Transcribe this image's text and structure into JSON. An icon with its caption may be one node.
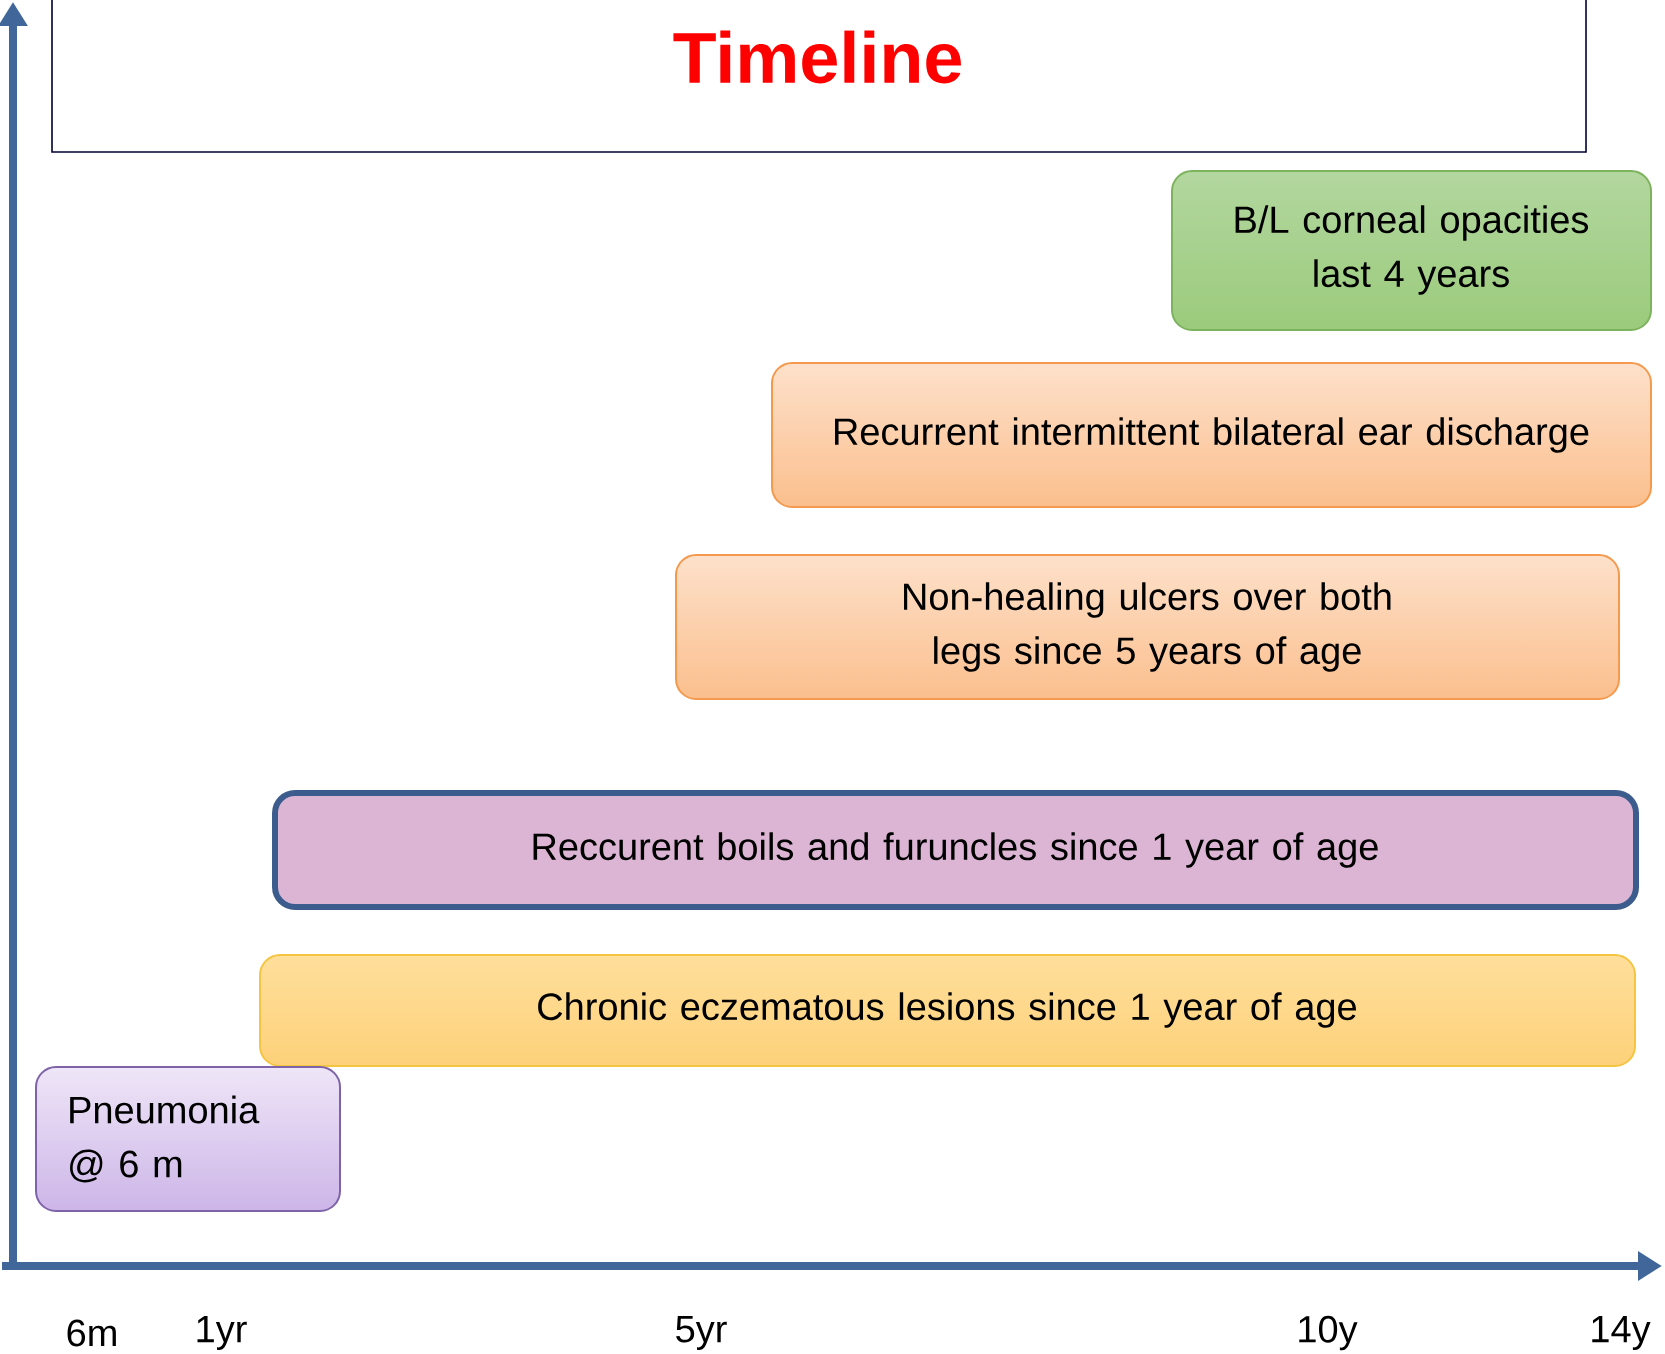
{
  "diagram": {
    "title": "Timeline",
    "nodes": [
      {
        "text": [
          "B/L corneal opacities last 4 years"
        ]
      },
      {
        "text": [
          "Recurrent intermittent bilateral ear discharge"
        ]
      },
      {
        "text": [
          "Non-healing ulcers over both legs since 5 years of age"
        ]
      },
      {
        "text": [
          "Reccurent boils and furuncles since 1 year of age"
        ]
      },
      {
        "text": [
          "Chronic eczematous lesions since 1 year of age"
        ]
      },
      {
        "text": [
          "Pneumonia @ 6 m"
        ]
      }
    ],
    "labels": [
      "6m",
      "1yr",
      "5yr",
      "10y",
      "14y"
    ]
  }
}
